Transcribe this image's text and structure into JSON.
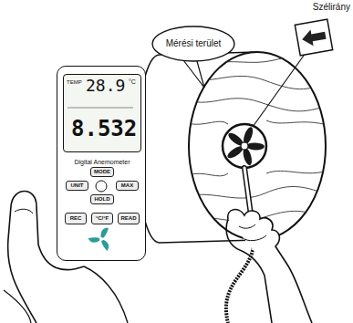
{
  "diagram": {
    "nodes": [
      {
        "text": [
          "Mérési terület"
        ]
      },
      {
        "text": [
          "Szélirány"
        ]
      },
      {
        "text": [
          "Digital Anemometer"
        ]
      },
      {
        "text": [
          "TEMP",
          "28.9",
          "°C",
          "8.532"
        ],
        "in": 2
      },
      {
        "text": [
          "MODE"
        ],
        "in": 2
      },
      {
        "text": [
          "UNIT"
        ],
        "in": 2
      },
      {
        "text": [
          "MAX"
        ],
        "in": 2
      },
      {
        "text": [
          "HOLD"
        ],
        "in": 2
      },
      {
        "text": [
          "REC"
        ],
        "in": 2
      },
      {
        "text": [
          "°C/°F"
        ],
        "in": 2
      },
      {
        "text": [
          "READ"
        ],
        "in": 2
      }
    ]
  }
}
